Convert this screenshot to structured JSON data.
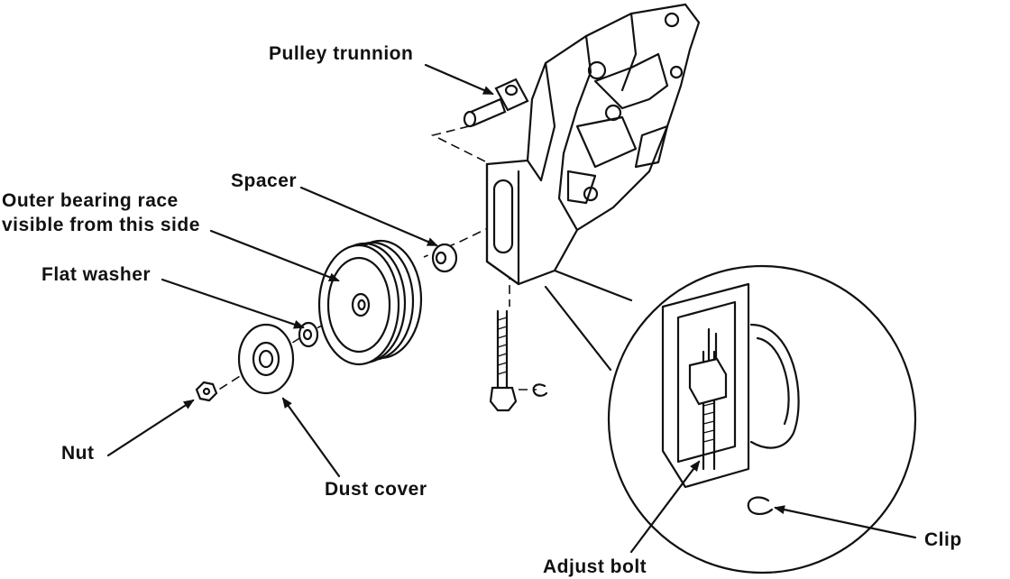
{
  "labels": {
    "pulley_trunnion": "Pulley trunnion",
    "spacer": "Spacer",
    "outer_bearing_line1": "Outer bearing race",
    "outer_bearing_line2": "visible from this side",
    "flat_washer": "Flat washer",
    "nut": "Nut",
    "dust_cover": "Dust cover",
    "adjust_bolt": "Adjust bolt",
    "clip": "Clip"
  },
  "icons": [
    "pulley-trunnion-icon",
    "bracket-icon",
    "pulley-icon",
    "spacer-icon",
    "flat-washer-icon",
    "dust-cover-icon",
    "nut-icon",
    "adjust-bolt-icon",
    "clip-icon",
    "detail-magnifier-icon"
  ]
}
